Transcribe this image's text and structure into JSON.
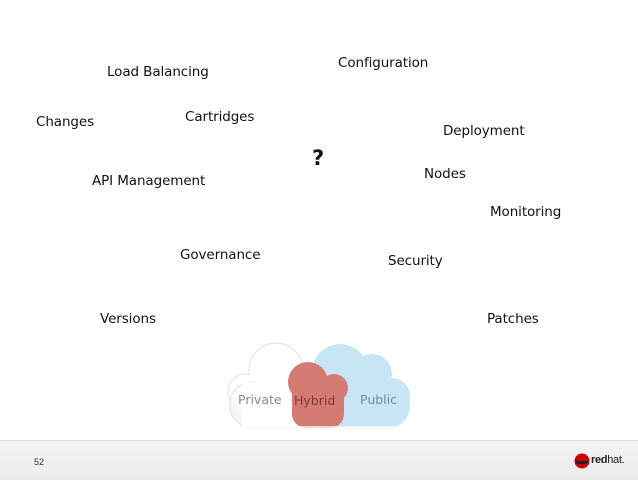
{
  "terms": {
    "load_balancing": "Load Balancing",
    "configuration": "Configuration",
    "changes": "Changes",
    "cartridges": "Cartridges",
    "deployment": "Deployment",
    "question_mark": "?",
    "nodes": "Nodes",
    "api_management": "API Management",
    "monitoring": "Monitoring",
    "governance": "Governance",
    "security": "Security",
    "versions": "Versions",
    "patches": "Patches"
  },
  "clouds": {
    "private": "Private",
    "hybrid": "Hybrid",
    "public": "Public",
    "colors": {
      "private_fill": "#ffffff",
      "private_stroke": "#dddddd",
      "hybrid_fill": "#d47c74",
      "public_fill": "#c8e5f6"
    }
  },
  "footer": {
    "slide_number": "52",
    "logo_prefix": "red",
    "logo_suffix": "hat."
  },
  "colors": {
    "brand_red": "#cc0000",
    "footer_bg": "#efefef"
  }
}
